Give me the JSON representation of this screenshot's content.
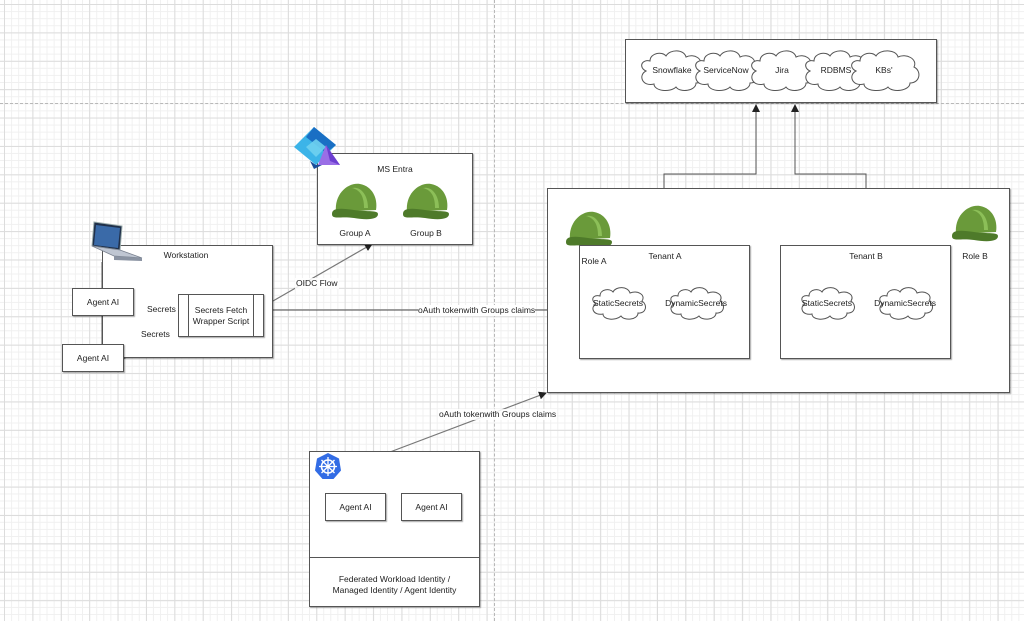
{
  "diagram": {
    "datasources": {
      "items": [
        "Snowflake",
        "ServiceNow",
        "Jira",
        "RDBMS",
        "KBs'"
      ]
    },
    "ms_entra": {
      "title": "MS Entra",
      "groups": [
        "Group A",
        "Group B"
      ],
      "icon": "entra-id-icon"
    },
    "workstation": {
      "title": "Workstation",
      "icon": "laptop-icon",
      "agent_top": "Agent AI",
      "agent_bottom": "Agent AI",
      "wrapper": "Secrets Fetch\nWrapper Script",
      "wrapper_line1": "Secrets Fetch",
      "wrapper_line2": "Wrapper Script",
      "secrets_label_1": "Secrets",
      "secrets_label_2": "Secrets"
    },
    "edges": {
      "oidc_flow": "OIDC Flow",
      "oauth_workstation": "oAuth tokenwith Groups claims",
      "oauth_k8s": "oAuth tokenwith Groups claims"
    },
    "vault": {
      "role_a": "Role A",
      "role_b": "Role B",
      "tenant_a": {
        "title": "Tenant A",
        "static": [
          "Static",
          "Secrets"
        ],
        "dynamic": [
          "Dynamic",
          "Secrets"
        ]
      },
      "tenant_b": {
        "title": "Tenant B",
        "static": [
          "Static",
          "Secrets"
        ],
        "dynamic": [
          "Dynamic",
          "Secrets"
        ]
      }
    },
    "kubernetes": {
      "icon": "kubernetes-icon",
      "agents": [
        "Agent AI",
        "Agent AI"
      ],
      "identity_line1": "Federated Workload Identity /",
      "identity_line2": "Managed Identity  /  Agent Identity"
    }
  },
  "colors": {
    "helmet_green": "#6a9a3a",
    "entra_blue": "#2aa0e0",
    "entra_purple": "#a070e0",
    "k8s_blue": "#326ce5",
    "line": "#555555"
  }
}
